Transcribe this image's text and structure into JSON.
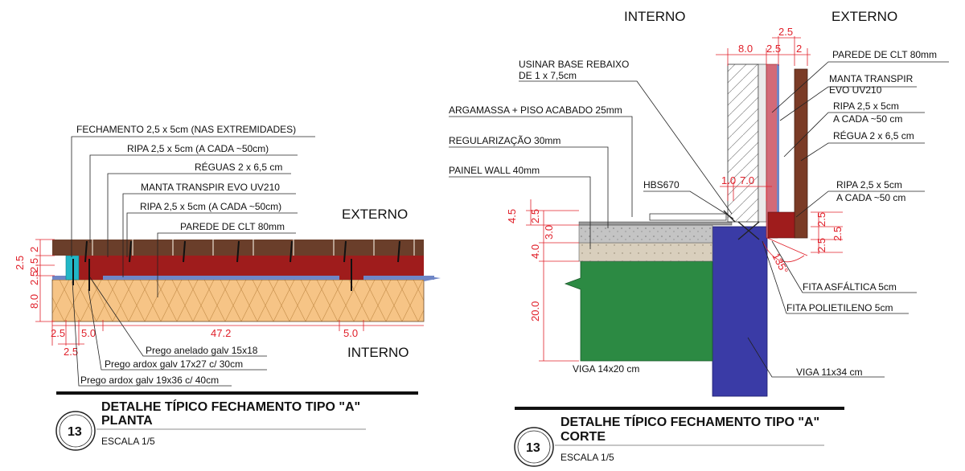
{
  "plan": {
    "labels": {
      "fechamento": "FECHAMENTO 2,5 x 5cm (NAS EXTREMIDADES)",
      "ripa_top": "RIPA 2,5 x 5cm (A CADA ~50cm)",
      "reguas": "RÉGUAS 2 x 6,5 cm",
      "manta": "MANTA TRANSPIR EVO UV210",
      "ripa_mid": "RIPA 2,5 x 5cm (A CADA ~50cm)",
      "parede": "PAREDE DE CLT 80mm",
      "externo": "EXTERNO",
      "interno": "INTERNO",
      "prego_anelado": "Prego anelado galv 15x18",
      "prego_ardox_17": "Prego ardox galv 17x27 c/ 30cm",
      "prego_ardox_19": "Prego ardox galv 19x36 c/ 40cm"
    },
    "dims": {
      "v_2": "2",
      "v_25a": "2.5",
      "v_25b": "2.5",
      "v_25c": "2.5",
      "v_80": "8.0",
      "h_25": "2.5",
      "h_50a": "5.0",
      "h_472": "47.2",
      "h_50b": "5.0",
      "h_25b": "2.5"
    },
    "title": {
      "number": "13",
      "line1": "DETALHE TÍPICO FECHAMENTO TIPO \"A\"",
      "line2": "PLANTA",
      "scale": "ESCALA 1/5"
    }
  },
  "section": {
    "labels": {
      "interno": "INTERNO",
      "externo": "EXTERNO",
      "usinar1": "USINAR BASE REBAIXO",
      "usinar2": "DE 1 x 7,5cm",
      "argamassa": "ARGAMASSA + PISO ACABADO 25mm",
      "regularizacao": "REGULARIZAÇÃO 30mm",
      "painel": "PAINEL WALL 40mm",
      "hbs": "HBS670",
      "parede": "PAREDE DE CLT 80mm",
      "manta1": "MANTA TRANSPIR",
      "manta2": "EVO UV210",
      "ripa1a": "RIPA 2,5 x 5cm",
      "ripa1b": "A CADA ~50 cm",
      "regua": "RÉGUA 2 x 6,5 cm",
      "ripa2a": "RIPA 2,5 x 5cm",
      "ripa2b": "A CADA ~50 cm",
      "fita_asf": "FITA ASFÁLTICA 5cm",
      "fita_pol": "FITA POLIETILENO 5cm",
      "viga14": "VIGA 14x20 cm",
      "viga11": "VIGA 11x34 cm"
    },
    "dims": {
      "top_80": "8.0",
      "top_25": "2.5",
      "top_2": "2",
      "top_25b": "2.5",
      "mid_10": "1.0",
      "mid_70": "7.0",
      "v_45": "4.5",
      "v_25": "2.5",
      "v_30": "3.0",
      "v_40": "4.0",
      "v_200": "20.0",
      "r_25a": "2.5",
      "r_25b": "2.5",
      "r_25c": "2.5",
      "angle": "135°"
    },
    "title": {
      "number": "13",
      "line1": "DETALHE TÍPICO FECHAMENTO TIPO \"A\"",
      "line2": "CORTE",
      "scale": "ESCALA 1/5"
    }
  },
  "colors": {
    "clt": "#f6c486",
    "batten": "#9f1c1c",
    "board": "#6a3e2a",
    "membrane": "#6f86c6",
    "screed": "#c4c4c4",
    "regularization": "#d9cfbd",
    "wall_panel": "#2c8a43",
    "beam": "#3a3ba6",
    "cyan_strip": "#21b7c7",
    "dimension": "#e0202a"
  }
}
